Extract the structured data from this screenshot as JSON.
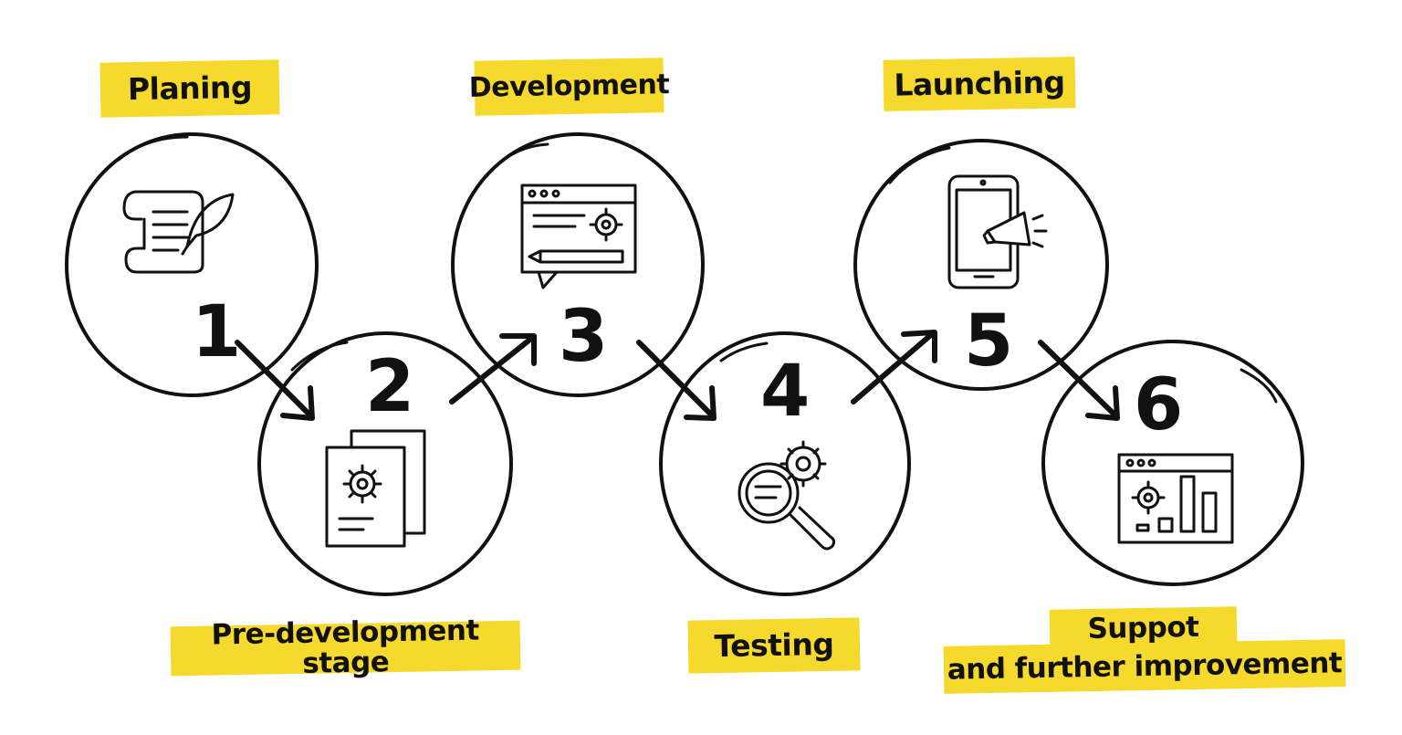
{
  "steps": [
    {
      "number": "1",
      "label": "Planing",
      "icon": "scroll-quill-icon"
    },
    {
      "number": "2",
      "label": "Pre-development stage",
      "icon": "document-gear-icon"
    },
    {
      "number": "3",
      "label": "Development",
      "icon": "code-window-icon"
    },
    {
      "number": "4",
      "label": "Testing",
      "icon": "magnifier-gear-icon"
    },
    {
      "number": "5",
      "label": "Launching",
      "icon": "phone-megaphone-icon"
    },
    {
      "number": "6",
      "label_line1": "Suppot",
      "label_line2": "and further improvement",
      "icon": "dashboard-window-icon"
    }
  ],
  "colors": {
    "highlight": "#f5d92c",
    "ink": "#111111",
    "background": "#ffffff"
  }
}
